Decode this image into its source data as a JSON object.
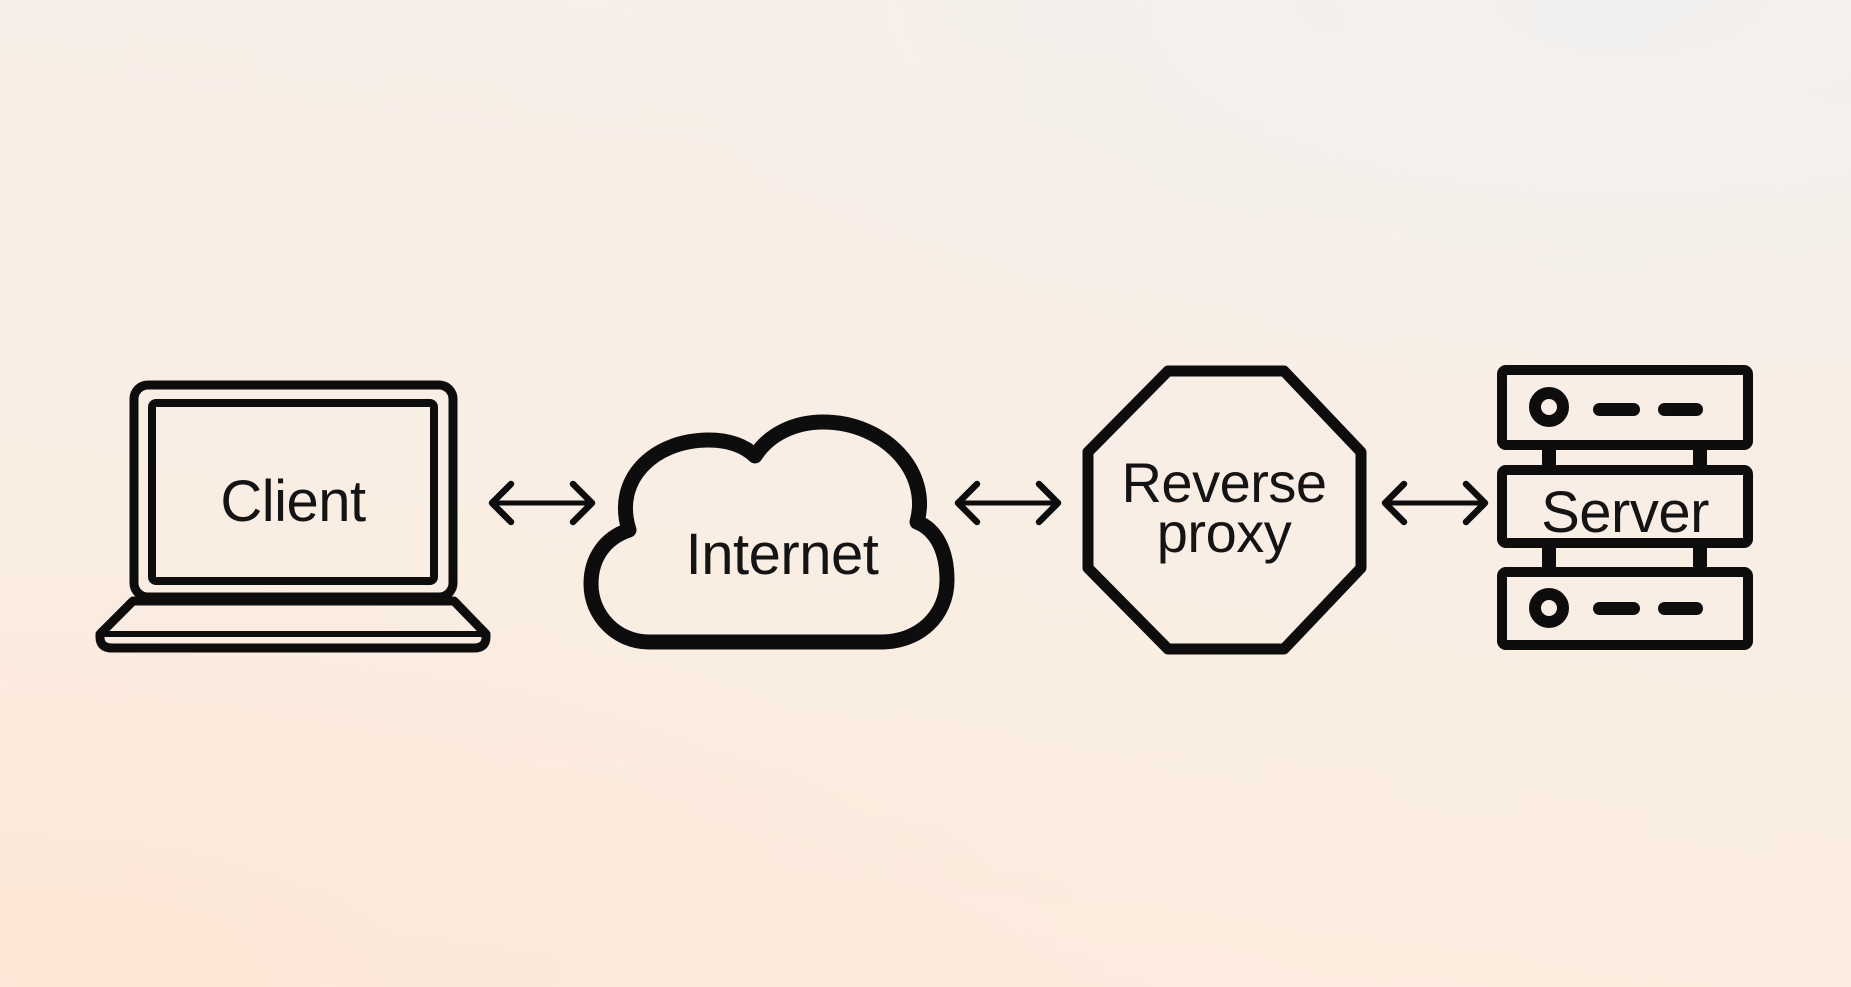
{
  "diagram": {
    "type": "network-architecture-diagram",
    "nodes": [
      {
        "id": "client",
        "label": "Client",
        "icon": "laptop-icon"
      },
      {
        "id": "internet",
        "label": "Internet",
        "icon": "cloud-icon"
      },
      {
        "id": "reverse_proxy",
        "label_line_1": "Reverse",
        "label_line_2": "proxy",
        "icon": "octagon-shape"
      },
      {
        "id": "server",
        "label": "Server",
        "icon": "server-rack-icon"
      }
    ],
    "connections": [
      {
        "from": "Client",
        "to": "Internet",
        "style": "double-headed-arrow"
      },
      {
        "from": "Internet",
        "to": "Reverse proxy",
        "style": "double-headed-arrow"
      },
      {
        "from": "Reverse proxy",
        "to": "Server",
        "style": "double-headed-arrow"
      }
    ],
    "colors": {
      "stroke": "#0d0d0d",
      "text": "#141414",
      "background_top": "#f6efe9",
      "background_mid": "#f9eee4",
      "background_bottom": "#fdeadb"
    }
  }
}
